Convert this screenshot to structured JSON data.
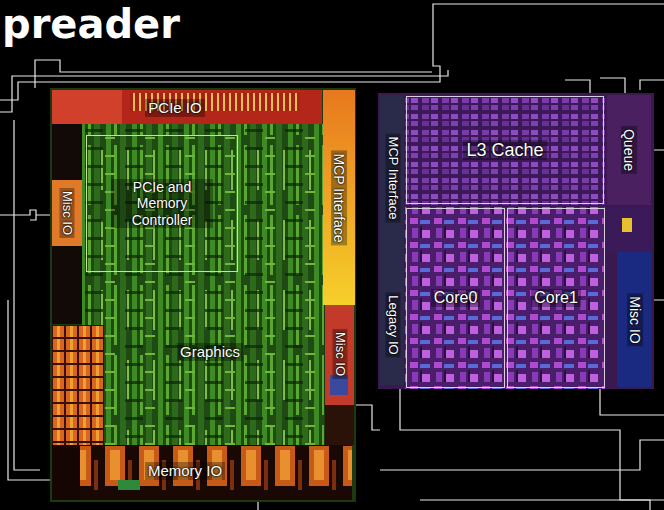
{
  "diagram": {
    "title": "preader",
    "nodes": [
      {
        "text": [
          "PCIe IO"
        ]
      },
      {
        "text": [
          "MCP Interface"
        ]
      },
      {
        "text": [
          "Misc IO"
        ]
      },
      {
        "text": [
          "PCIe and Memory Controller"
        ]
      },
      {
        "text": [
          "Graphics"
        ]
      },
      {
        "text": [
          "Misc IO"
        ]
      },
      {
        "text": [
          "Memory IO"
        ]
      },
      {
        "text": [
          "MCP Interface"
        ]
      },
      {
        "text": [
          "L3 Cache"
        ]
      },
      {
        "text": [
          "Queue"
        ]
      },
      {
        "text": [
          "Legacy IO"
        ]
      },
      {
        "text": [
          "Core0"
        ]
      },
      {
        "text": [
          "Core1"
        ]
      },
      {
        "text": [
          "Misc IO"
        ]
      }
    ]
  }
}
